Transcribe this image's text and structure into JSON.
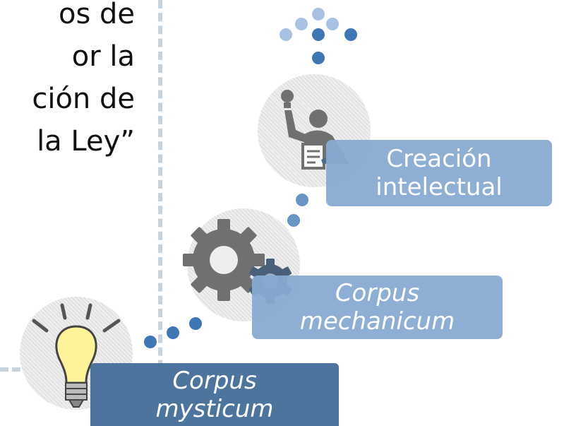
{
  "quote": {
    "line1": "os de",
    "line2": "or la",
    "line3": "ción de",
    "line4": "la Ley”"
  },
  "stages": [
    {
      "line1": "Corpus",
      "line2": "mysticum",
      "icon": "lightbulb-icon"
    },
    {
      "line1": "Corpus",
      "line2": "mechanicum",
      "icon": "gears-icon"
    },
    {
      "line1": "Creación",
      "line2": "intelectual",
      "icon": "presenter-icon"
    }
  ],
  "colors": {
    "box_light": "#88aad1",
    "box_dark": "#46709a",
    "dot": "#3f77b5",
    "dot_light": "#a9c2e3",
    "icon_gray": "#707070",
    "bulb": "#fff39a",
    "dashed_line": "#c7d3dc"
  }
}
